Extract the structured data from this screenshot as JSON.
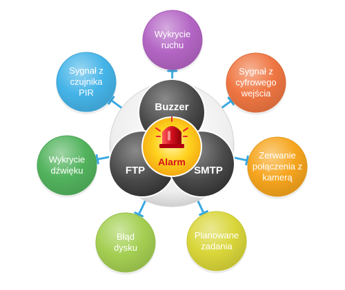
{
  "colors": {
    "connector": "#3aa9e0",
    "hub_dark": "#4a4a4a",
    "core_yellow": "#ffd21e",
    "alarm_red": "#d2101e"
  },
  "center": {
    "label": "Alarm",
    "icon": "siren-icon"
  },
  "hub": [
    {
      "id": "buzzer",
      "label": "Buzzer"
    },
    {
      "id": "ftp",
      "label": "FTP"
    },
    {
      "id": "smtp",
      "label": "SMTP"
    }
  ],
  "triggers": [
    {
      "id": "motion",
      "label": "Wykrycie\nruchu",
      "color": "#b365c4"
    },
    {
      "id": "digital-input",
      "label": "Sygnał z\ncyfrowego\nwejścia",
      "color": "#ef7642"
    },
    {
      "id": "camera-disconnect",
      "label": "Zerwanie\npołączenia z\nkamerą",
      "color": "#f6a51e"
    },
    {
      "id": "scheduled",
      "label": "Planowane\nzadania",
      "color": "#d9d63a"
    },
    {
      "id": "disk-error",
      "label": "Błąd\ndysku",
      "color": "#a4cf52"
    },
    {
      "id": "sound",
      "label": "Wykrycie\ndźwięku",
      "color": "#52b35d"
    },
    {
      "id": "pir",
      "label": "Sygnał z\nczujnika\nPIR",
      "color": "#45b4e8"
    }
  ]
}
